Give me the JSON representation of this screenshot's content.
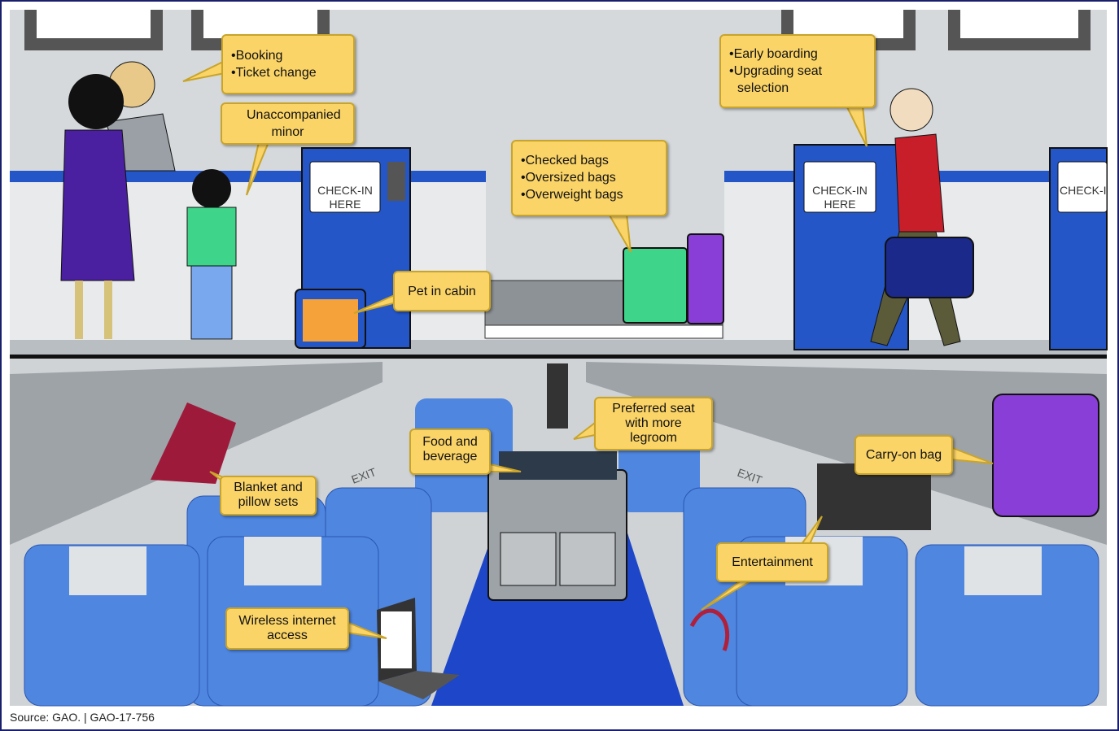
{
  "callouts": {
    "booking": [
      "Booking",
      "Ticket change"
    ],
    "minor": "Unaccompanied minor",
    "bags": [
      "Checked bags",
      "Oversized bags",
      "Overweight bags"
    ],
    "pet": "Pet in cabin",
    "boarding": [
      "Early boarding",
      "Upgrading seat selection"
    ],
    "preferred_seat": "Preferred seat with more legroom",
    "food": "Food and beverage",
    "blanket": "Blanket and pillow sets",
    "carry_on": "Carry-on bag",
    "entertainment": "Entertainment",
    "wireless": "Wireless internet access"
  },
  "signs": {
    "checkin_1": "CHECK-IN HERE",
    "checkin_2": "CHECK-IN HERE",
    "checkin_3": "CHECK-IN HERE",
    "exit": "EXIT"
  },
  "source": "Source: GAO.  |  GAO-17-756",
  "colors": {
    "callout": "#fbd468",
    "kiosk": "#2456c8",
    "seat": "#4f86e0",
    "wall": "#d5d9dc"
  }
}
